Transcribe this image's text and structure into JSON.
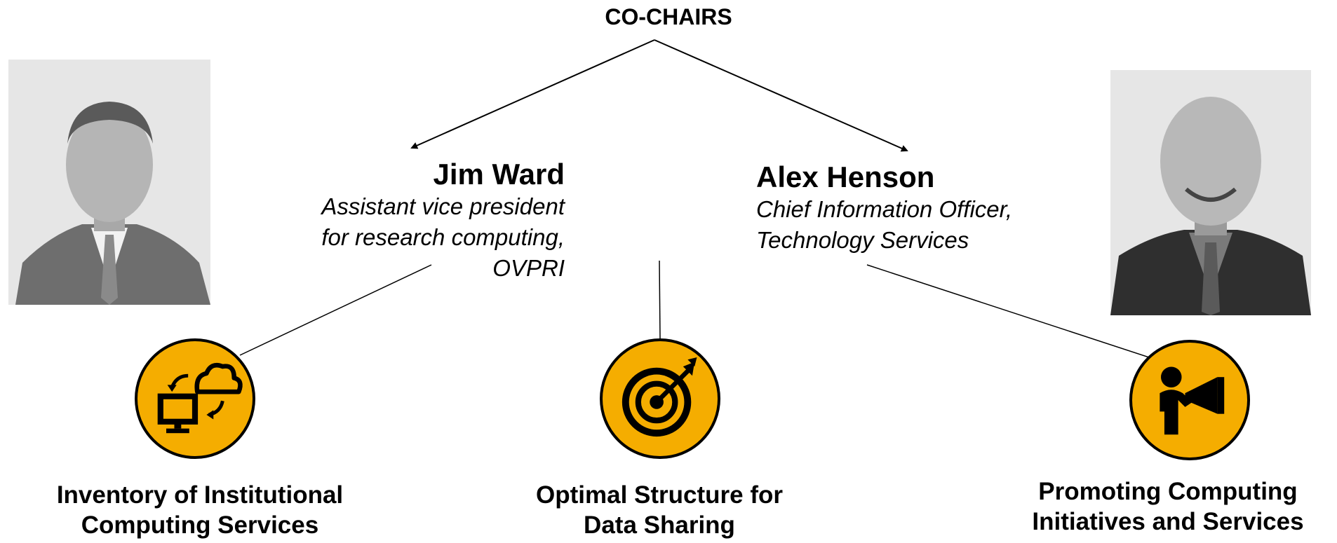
{
  "header": {
    "title": "CO-CHAIRS"
  },
  "chairs": [
    {
      "name": "Jim Ward",
      "role": "Assistant vice president\nfor research computing,\nOVPRI"
    },
    {
      "name": "Alex Henson",
      "role": "Chief Information Officer,\nTechnology Services"
    }
  ],
  "initiatives": [
    {
      "icon": "cloud-computer-sync-icon",
      "label": "Inventory of Institutional\nComputing Services"
    },
    {
      "icon": "target-arrow-icon",
      "label": "Optimal Structure for\nData Sharing"
    },
    {
      "icon": "megaphone-person-icon",
      "label": "Promoting Computing\nInitiatives and Services"
    }
  ],
  "colors": {
    "badge_fill": "#f5ad00",
    "outline": "#000000",
    "photo_bg": "#d9d9d9"
  }
}
